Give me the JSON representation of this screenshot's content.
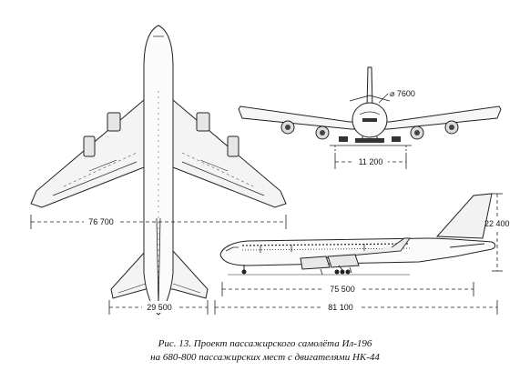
{
  "dimensions": {
    "wingspan": "76 700",
    "fuselage_diameter": "⌀ 7600",
    "gear_track": "11 200",
    "height": "22 400",
    "tailplane_span": "29 500",
    "fuselage_length": "75 500",
    "overall_length": "81 100"
  },
  "caption": {
    "line1": "Рис. 13. Проект пассажирского самолёта Ил-196",
    "line2": "на 680-800 пассажирских мест с двигателями НК-44"
  }
}
